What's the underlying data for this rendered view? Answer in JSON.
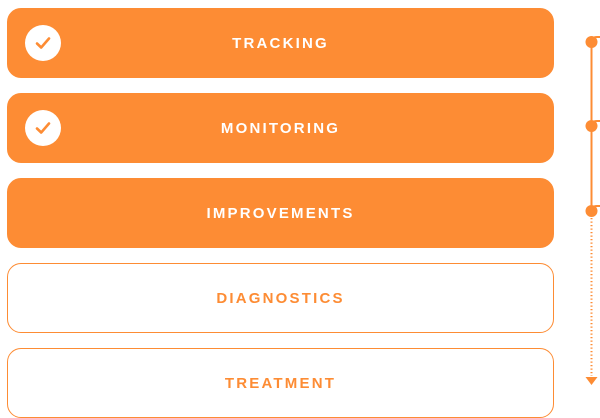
{
  "colors": {
    "accent": "#fd8c34",
    "background": "#ffffff",
    "on_accent": "#ffffff"
  },
  "steps": [
    {
      "label": "TRACKING",
      "state": "completed",
      "icon": "check-icon"
    },
    {
      "label": "MONITORING",
      "state": "completed",
      "icon": "check-icon"
    },
    {
      "label": "IMPROVEMENTS",
      "state": "current"
    },
    {
      "label": "DIAGNOSTICS",
      "state": "pending"
    },
    {
      "label": "TREATMENT",
      "state": "pending"
    }
  ],
  "timeline": {
    "completed_segments": 2,
    "markers": 3,
    "end_icon": "arrow-down-icon"
  }
}
